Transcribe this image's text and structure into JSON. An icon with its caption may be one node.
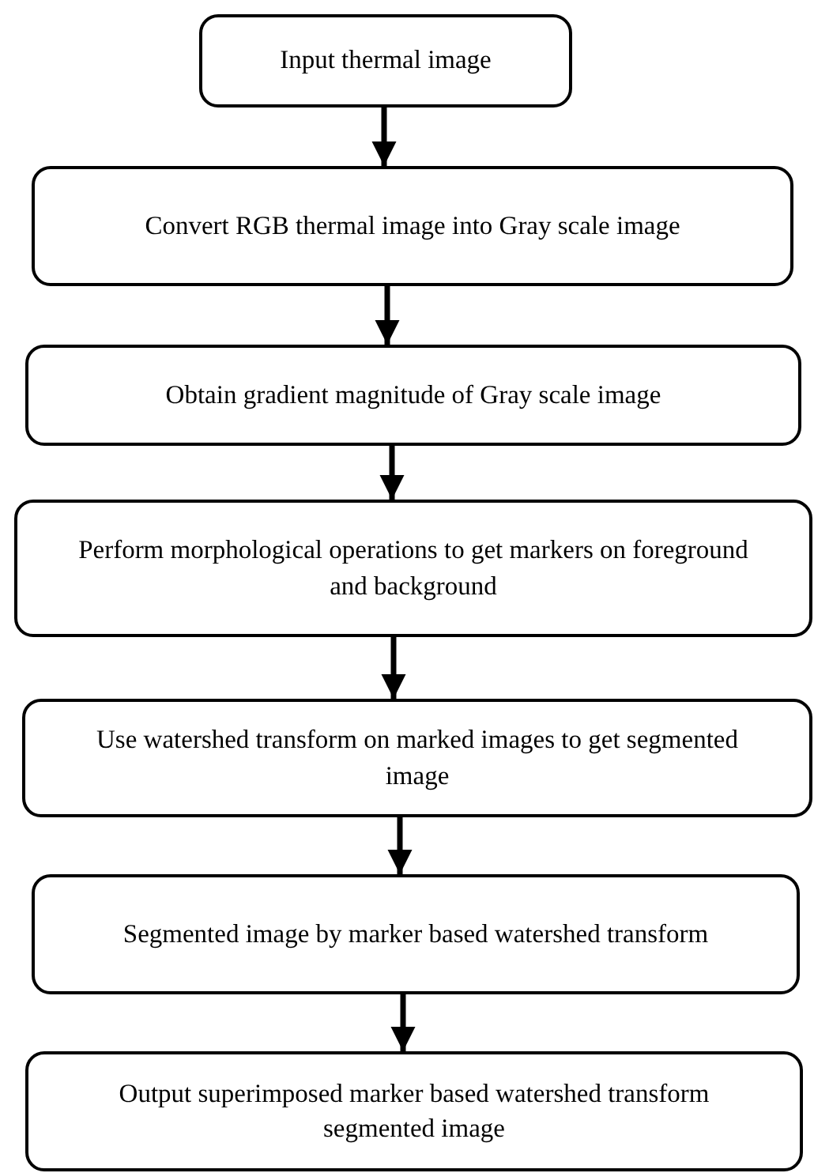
{
  "diagram": {
    "nodes": [
      {
        "text": [
          "Input thermal image"
        ]
      },
      {
        "text": [
          "Convert RGB thermal image into Gray scale image"
        ]
      },
      {
        "text": [
          "Obtain gradient magnitude of Gray scale image"
        ]
      },
      {
        "text": [
          "Perform morphological operations to get markers on foreground and background"
        ]
      },
      {
        "text": [
          "Use watershed transform on marked images to get segmented image"
        ]
      },
      {
        "text": [
          "Segmented image by marker based watershed transform"
        ]
      },
      {
        "text": [
          "Output superimposed marker based watershed transform segmented image"
        ]
      }
    ],
    "edges": [
      {
        "from": 0,
        "to": 1,
        "arrow": "to"
      },
      {
        "from": 1,
        "to": 2,
        "arrow": "to"
      },
      {
        "from": 2,
        "to": 3,
        "arrow": "to"
      },
      {
        "from": 3,
        "to": 4,
        "arrow": "to"
      },
      {
        "from": 4,
        "to": 5,
        "arrow": "to"
      },
      {
        "from": 5,
        "to": 6,
        "arrow": "to"
      }
    ]
  }
}
